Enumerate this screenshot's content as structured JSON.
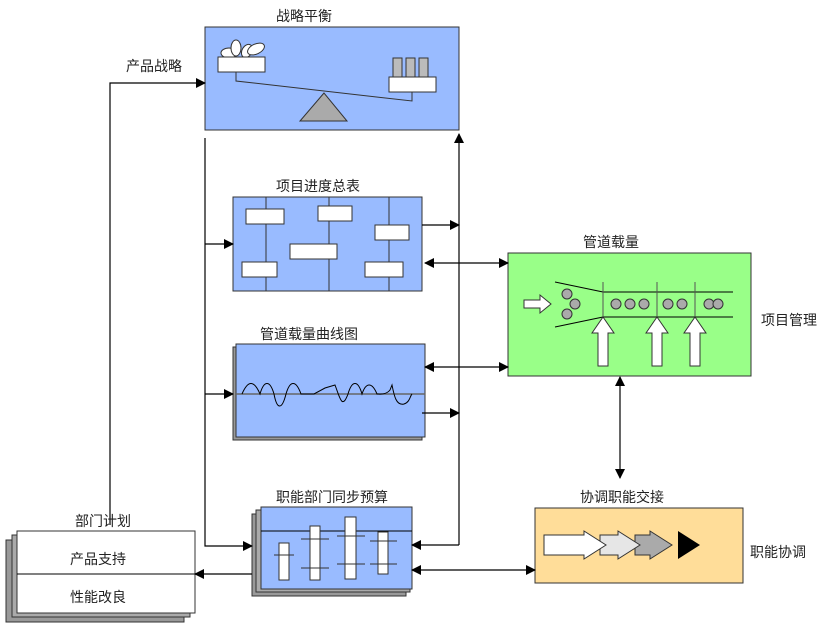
{
  "diagram": {
    "nodes": {
      "strategy_balance": {
        "title": "战略平衡",
        "fill": "#99bbff"
      },
      "project_schedule": {
        "title": "项目进度总表",
        "fill": "#99bbff"
      },
      "pipeline_curve": {
        "title": "管道载量曲线图",
        "fill": "#99bbff"
      },
      "functional_budget": {
        "title": "职能部门同步预算",
        "fill": "#99bbff"
      },
      "pipeline_load": {
        "title": "管道载量",
        "fill": "#99ff88",
        "side_label": "项目管理"
      },
      "coordination": {
        "title": "协调职能交接",
        "fill": "#ffdd99",
        "side_label": "职能协调"
      },
      "dept_plan": {
        "title": "部门计划",
        "rows": [
          "产品支持",
          "性能改良"
        ],
        "fill": "#ffffff"
      }
    },
    "edge_labels": {
      "product_strategy": "产品战略"
    },
    "colors": {
      "line": "#000000",
      "shadow": "#999999",
      "gray_shape": "#bbbbbb"
    }
  }
}
